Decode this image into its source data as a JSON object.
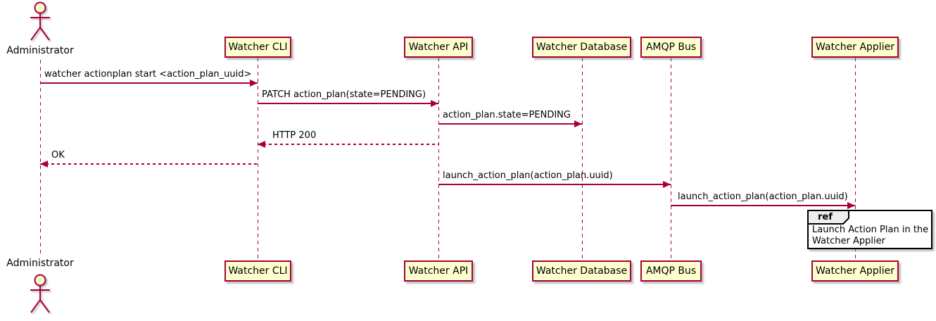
{
  "diagram": {
    "type": "sequence",
    "tool_style": "plantuml"
  },
  "participants": [
    {
      "id": "administrator",
      "label": "Administrator",
      "kind": "actor"
    },
    {
      "id": "watcher-cli",
      "label": "Watcher CLI",
      "kind": "participant"
    },
    {
      "id": "watcher-api",
      "label": "Watcher API",
      "kind": "participant"
    },
    {
      "id": "watcher-database",
      "label": "Watcher Database",
      "kind": "participant"
    },
    {
      "id": "amqp-bus",
      "label": "AMQP Bus",
      "kind": "participant"
    },
    {
      "id": "watcher-applier",
      "label": "Watcher Applier",
      "kind": "participant"
    }
  ],
  "messages": [
    {
      "from": "Administrator",
      "to": "Watcher CLI",
      "label": "watcher actionplan start <action_plan_uuid>",
      "style": "solid",
      "direction": "right"
    },
    {
      "from": "Watcher CLI",
      "to": "Watcher API",
      "label": "PATCH action_plan(state=PENDING)",
      "style": "solid",
      "direction": "right"
    },
    {
      "from": "Watcher API",
      "to": "Watcher Database",
      "label": "action_plan.state=PENDING",
      "style": "solid",
      "direction": "right"
    },
    {
      "from": "Watcher API",
      "to": "Watcher CLI",
      "label": "HTTP 200",
      "style": "dashed",
      "direction": "left"
    },
    {
      "from": "Watcher CLI",
      "to": "Administrator",
      "label": "OK",
      "style": "dashed",
      "direction": "left"
    },
    {
      "from": "Watcher API",
      "to": "AMQP Bus",
      "label": "launch_action_plan(action_plan.uuid)",
      "style": "solid",
      "direction": "right"
    },
    {
      "from": "AMQP Bus",
      "to": "Watcher Applier",
      "label": "launch_action_plan(action_plan.uuid)",
      "style": "solid",
      "direction": "right"
    }
  ],
  "ref_fragment": {
    "tag": "ref",
    "over": "Watcher Applier",
    "lines": [
      "Launch Action Plan in the",
      "Watcher Applier"
    ]
  },
  "colors": {
    "stroke": "#A80036",
    "fill": "#FEFECE",
    "text": "#000000",
    "ref-border": "#000000",
    "ref-tab-fill": "#EEEEEE"
  }
}
